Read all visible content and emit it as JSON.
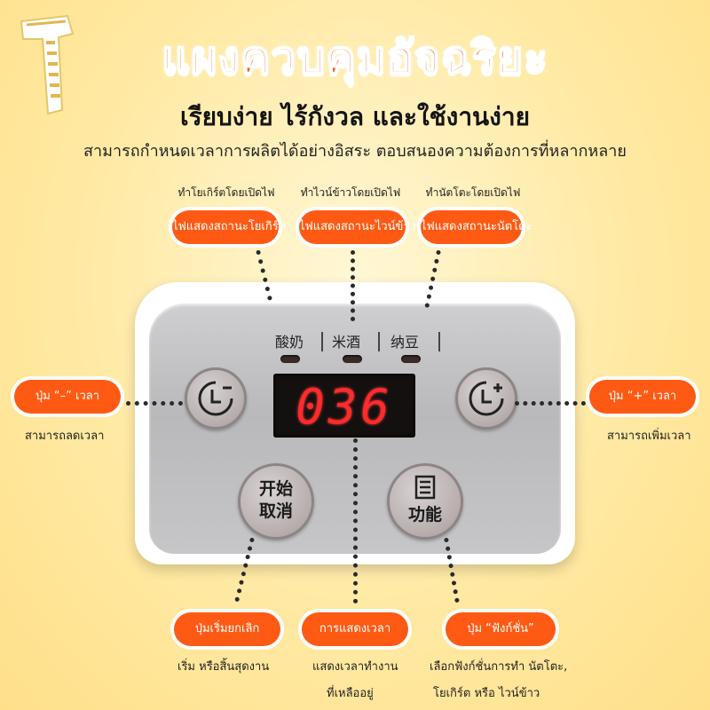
{
  "header": {
    "title": "แผงควบคุมอัจฉริยะ",
    "subtitle": "เรียบง่าย ไร้กังวล และใช้งานง่าย",
    "description": "สามารถกำหนดเวลาการผลิตได้อย่างอิสระ ตอบสนองความต้องการที่หลากหลาย"
  },
  "top_callouts": [
    {
      "caption": "ทำโยเกิร์ตโดยเปิดไฟ",
      "label": "ไฟแสดงสถานะโยเกิร์ต"
    },
    {
      "caption": "ทำไวน์ข้าวโดยเปิดไฟ",
      "label": "ไฟแสดงสถานะไวน์ข้าว"
    },
    {
      "caption": "ทำนัตโตะโดยเปิดไฟ",
      "label": "ไฟแสดงสถานะนัตโตะ"
    }
  ],
  "side_callouts": {
    "left": {
      "label": "ปุ่ม “–” เวลา",
      "note": "สามารถลดเวลา"
    },
    "right": {
      "label": "ปุ่ม “+” เวลา",
      "note": "สามารถเพิ่มเวลา"
    }
  },
  "bottom_callouts": [
    {
      "label": "ปุ่มเริ่มยกเลิก",
      "note": "เริ่ม หรือสิ้นสุดงาน"
    },
    {
      "label": "การแสดงเวลา",
      "note_line1": "แสดงเวลาทำงาน",
      "note_line2": "ที่เหลืออยู่"
    },
    {
      "label": "ปุ่ม “ฟังก์ชั่น”",
      "note_line1": "เลือกฟังก์ชั่นการทำ นัตโตะ,",
      "note_line2": "โยเกิร์ต หรือ ไวน์ข้าว"
    }
  ],
  "device": {
    "modes": [
      "酸奶",
      "米酒",
      "纳豆"
    ],
    "display_value": "036",
    "start_cancel_line1": "开始",
    "start_cancel_line2": "取消",
    "function_label": "功能",
    "minus_icon": "clock-minus-icon",
    "plus_icon": "clock-plus-icon",
    "menu_icon": "menu-list-icon"
  },
  "colors": {
    "accent": "#ff5a14",
    "display_digits": "#ff2a2a",
    "background": "#ffe9a3"
  }
}
